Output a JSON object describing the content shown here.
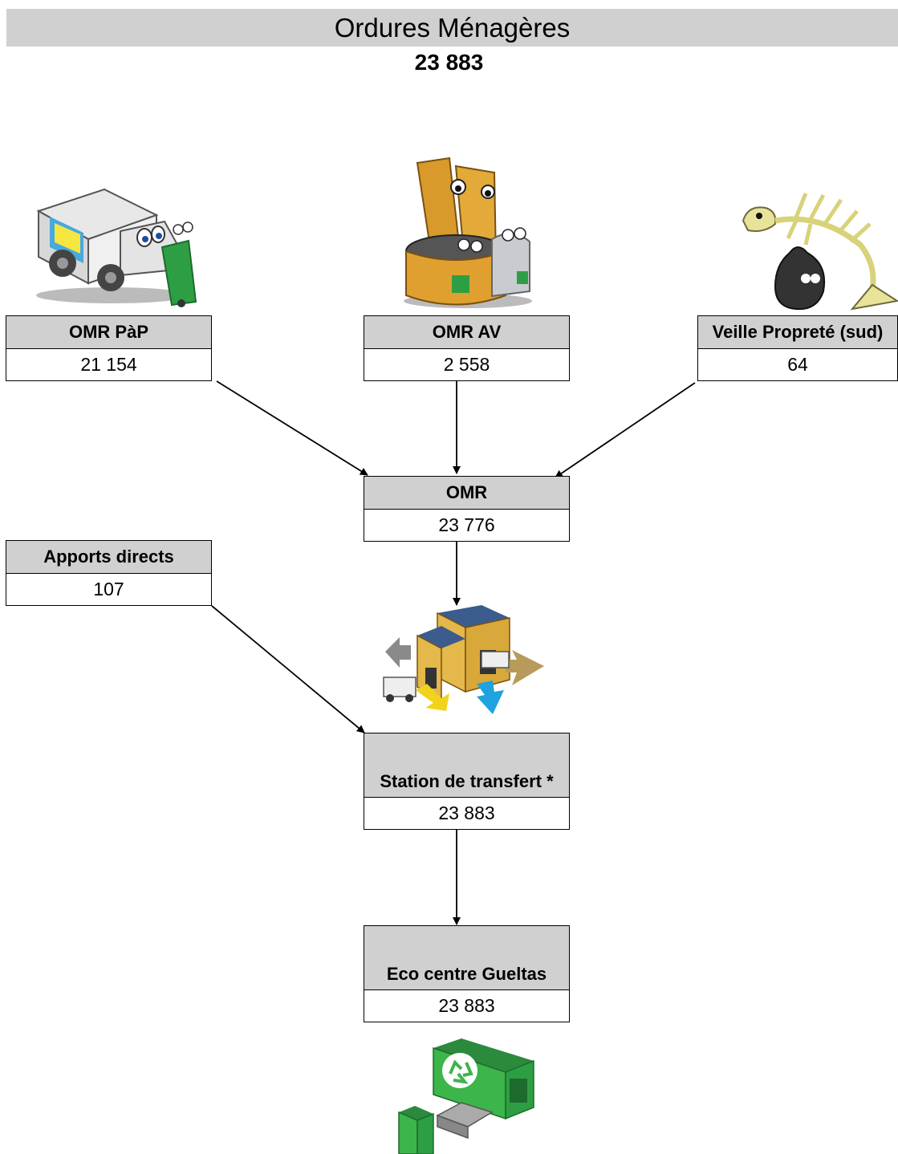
{
  "header": {
    "title": "Ordures Ménagères",
    "total": "23 883"
  },
  "nodes": {
    "omr_pap": {
      "label": "OMR PàP",
      "value": "21 154",
      "icon": "garbage-truck-icon"
    },
    "omr_av": {
      "label": "OMR AV",
      "value": "2 558",
      "icon": "waste-containers-icon"
    },
    "veille": {
      "label": "Veille Propreté (sud)",
      "value": "64",
      "icon": "fishbone-trash-bag-icon"
    },
    "omr": {
      "label": "OMR",
      "value": "23 776"
    },
    "apports": {
      "label": "Apports directs",
      "value": "107"
    },
    "station": {
      "label": "Station de transfert *",
      "value": "23 883",
      "icon": "transfer-station-icon"
    },
    "eco": {
      "label": "Eco centre Gueltas",
      "value": "23 883",
      "icon": "incinerator-plant-icon"
    }
  },
  "edges": [
    [
      "omr_pap",
      "omr"
    ],
    [
      "omr_av",
      "omr"
    ],
    [
      "veille",
      "omr"
    ],
    [
      "omr",
      "station"
    ],
    [
      "apports",
      "station"
    ],
    [
      "station",
      "eco"
    ]
  ],
  "colors": {
    "header_fill": "#d0d0d0",
    "plant_green": "#3cb54a",
    "container_orange": "#e0a030"
  }
}
